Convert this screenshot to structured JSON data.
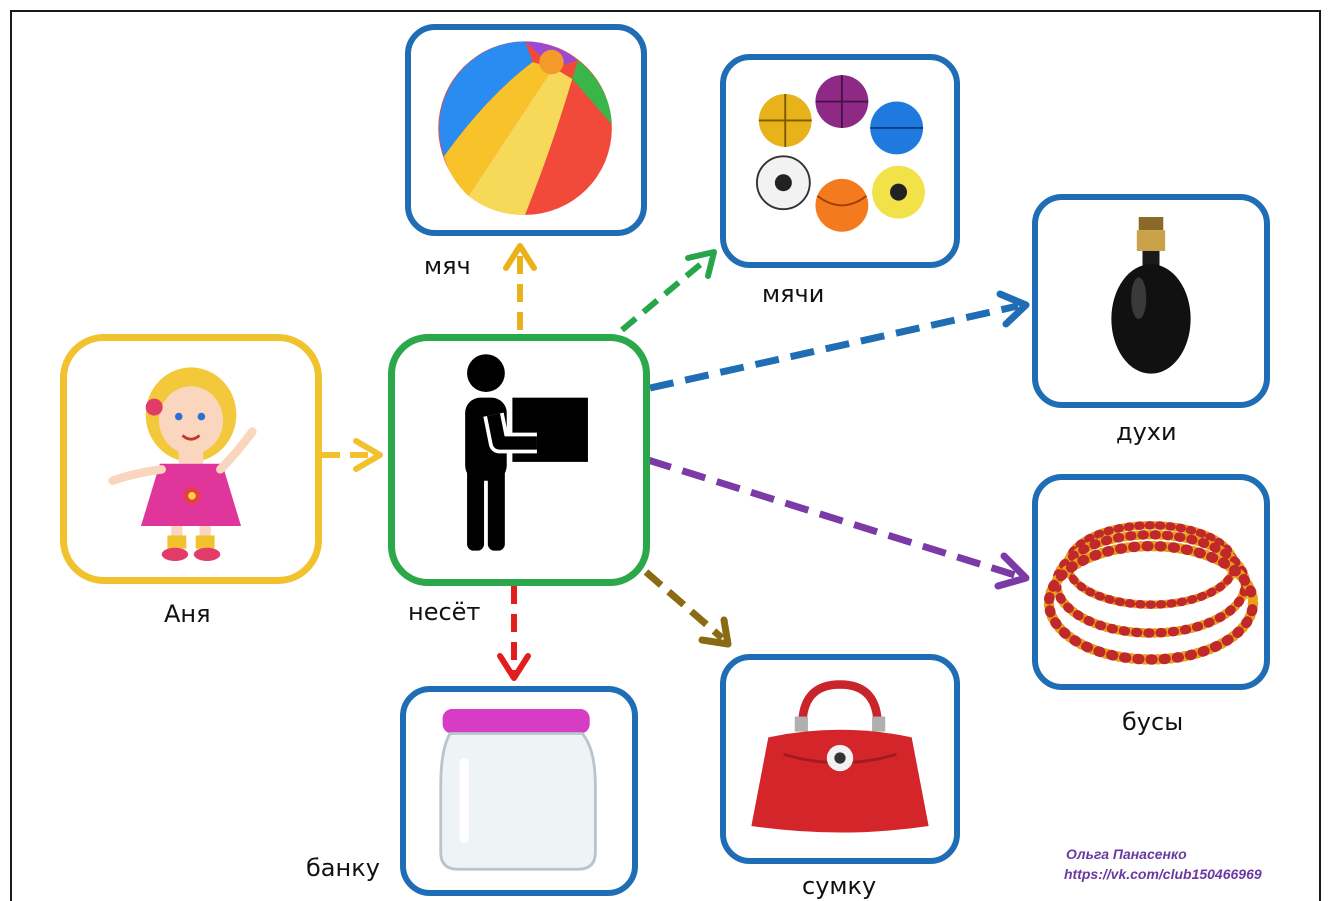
{
  "nodes": {
    "subject": {
      "label": "Аня"
    },
    "verb": {
      "label": "несёт"
    },
    "objects": [
      {
        "id": "ball",
        "label": "мяч",
        "arrow_color": "#e9b21a"
      },
      {
        "id": "balls",
        "label": "мячи",
        "arrow_color": "#27a54a"
      },
      {
        "id": "perfume",
        "label": "духи",
        "arrow_color": "#1f6db4"
      },
      {
        "id": "beads",
        "label": "бусы",
        "arrow_color": "#7b3aa6"
      },
      {
        "id": "bag",
        "label": "сумку",
        "arrow_color": "#8a6a12"
      },
      {
        "id": "jar",
        "label": "банку",
        "arrow_color": "#e11d1d"
      }
    ]
  },
  "subject_arrow_color": "#f2c12e",
  "credit": {
    "author": "Ольга Панасенко",
    "url": "https://vk.com/club150466969"
  },
  "colors": {
    "card_border": "#1f6db4",
    "subject_border": "#f2c12e",
    "verb_border": "#2aa84a",
    "credit_text": "#6a3aa0"
  }
}
